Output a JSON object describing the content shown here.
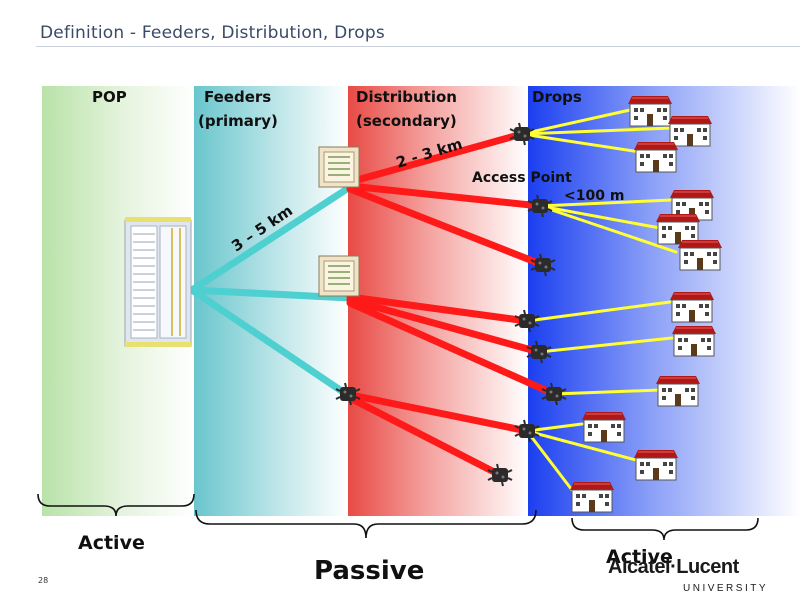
{
  "title": "Definition - Feeders, Distribution, Drops",
  "zones": {
    "pop": "POP",
    "feeders_line1": "Feeders",
    "feeders_line2": "(primary)",
    "distribution_line1": "Distribution",
    "distribution_line2": "(secondary)",
    "drops": "Drops"
  },
  "distances": {
    "feeder": "3 – 5  km",
    "distribution": "2 - 3 km",
    "drop": "<100 m"
  },
  "access_point_label": "Access Point",
  "brackets": {
    "left": "Active",
    "middle": "Passive",
    "right": "Active"
  },
  "page_number": "28",
  "brand": {
    "name": "Alcatel·Lucent",
    "sub": "UNIVERSITY"
  },
  "colors": {
    "feeder_cable": "#4ecfd0",
    "distribution_cable": "#ff1a1a",
    "drop_cable": "#ffff33",
    "pop_zone": "#b9e2a8",
    "feeder_zone": "#69c6cd",
    "distribution_zone": "#e84a45",
    "drop_zone": "#1b3ff0"
  }
}
